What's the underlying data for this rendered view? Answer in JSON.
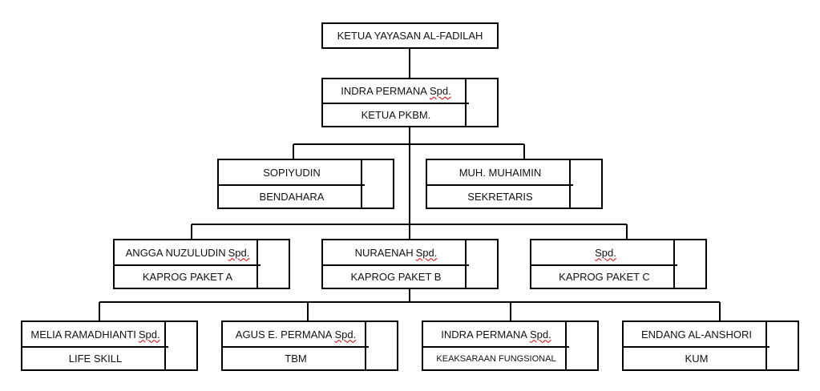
{
  "top": {
    "title": "KETUA YAYASAN AL-FADILAH"
  },
  "nodes": [
    {
      "name": "INDRA PERMANA",
      "suffix": "Spd.",
      "role": "KETUA PKBM."
    },
    {
      "name": "SOPIYUDIN",
      "suffix": "",
      "role": "BENDAHARA"
    },
    {
      "name": "MUH. MUHAIMIN",
      "suffix": "",
      "role": "SEKRETARIS"
    },
    {
      "name": "ANGGA NUZULUDIN",
      "suffix": "Spd.",
      "role": "KAPROG PAKET A"
    },
    {
      "name": "NURAENAH",
      "suffix": "Spd.",
      "role": "KAPROG PAKET B"
    },
    {
      "name": "",
      "suffix": "Spd.",
      "role": "KAPROG PAKET C"
    },
    {
      "name": "MELIA RAMADHIANTI",
      "suffix": "Spd.",
      "role": "LIFE SKILL"
    },
    {
      "name": "AGUS E. PERMANA",
      "suffix": "Spd.",
      "role": "TBM"
    },
    {
      "name": "INDRA PERMANA",
      "suffix": "Spd.",
      "role": "KEAKSARAAN FUNGSIONAL"
    },
    {
      "name": "ENDANG AL-ANSHORI",
      "suffix": "",
      "role": "KUM"
    }
  ]
}
